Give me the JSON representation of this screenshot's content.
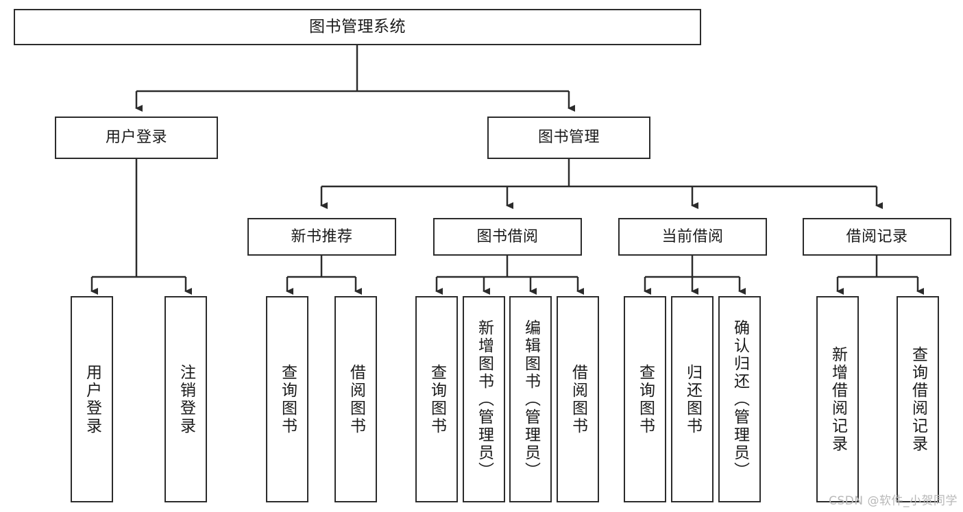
{
  "diagram": {
    "title": "图书管理系统",
    "type": "hierarchy-tree",
    "watermark": "CSDN @软件_小贺同学",
    "colors": {
      "box_border": "#2b2b2b",
      "box_fill": "#ffffff",
      "edge": "#2b2b2b",
      "text": "#1a1a1a",
      "watermark": "#b8b8b8",
      "background": "#ffffff"
    },
    "levels": {
      "root": {
        "label": "图书管理系统"
      },
      "level1": [
        {
          "id": "user-login",
          "label": "用户登录"
        },
        {
          "id": "book-management",
          "label": "图书管理"
        }
      ],
      "level2": [
        {
          "id": "new-book-recommend",
          "label": "新书推荐",
          "parent": "book-management"
        },
        {
          "id": "book-borrow",
          "label": "图书借阅",
          "parent": "book-management"
        },
        {
          "id": "current-borrow",
          "label": "当前借阅",
          "parent": "book-management"
        },
        {
          "id": "borrow-record",
          "label": "借阅记录",
          "parent": "book-management"
        }
      ],
      "leaves": [
        {
          "id": "leaf-user-login",
          "label": "用户登录",
          "parent": "user-login"
        },
        {
          "id": "leaf-logout",
          "label": "注销登录",
          "parent": "user-login"
        },
        {
          "id": "leaf-query-book-1",
          "label": "查询图书",
          "parent": "new-book-recommend"
        },
        {
          "id": "leaf-borrow-book-1",
          "label": "借阅图书",
          "parent": "new-book-recommend"
        },
        {
          "id": "leaf-query-book-2",
          "label": "查询图书",
          "parent": "book-borrow"
        },
        {
          "id": "leaf-add-book",
          "label": "新增图书（管理员）",
          "parent": "book-borrow"
        },
        {
          "id": "leaf-edit-book",
          "label": "编辑图书（管理员）",
          "parent": "book-borrow"
        },
        {
          "id": "leaf-borrow-book-2",
          "label": "借阅图书",
          "parent": "book-borrow"
        },
        {
          "id": "leaf-query-book-3",
          "label": "查询图书",
          "parent": "current-borrow"
        },
        {
          "id": "leaf-return-book",
          "label": "归还图书",
          "parent": "current-borrow"
        },
        {
          "id": "leaf-confirm-return",
          "label": "确认归还（管理员）",
          "parent": "current-borrow"
        },
        {
          "id": "leaf-add-record",
          "label": "新增借阅记录",
          "parent": "borrow-record"
        },
        {
          "id": "leaf-query-record",
          "label": "查询借阅记录",
          "parent": "borrow-record"
        }
      ]
    }
  }
}
